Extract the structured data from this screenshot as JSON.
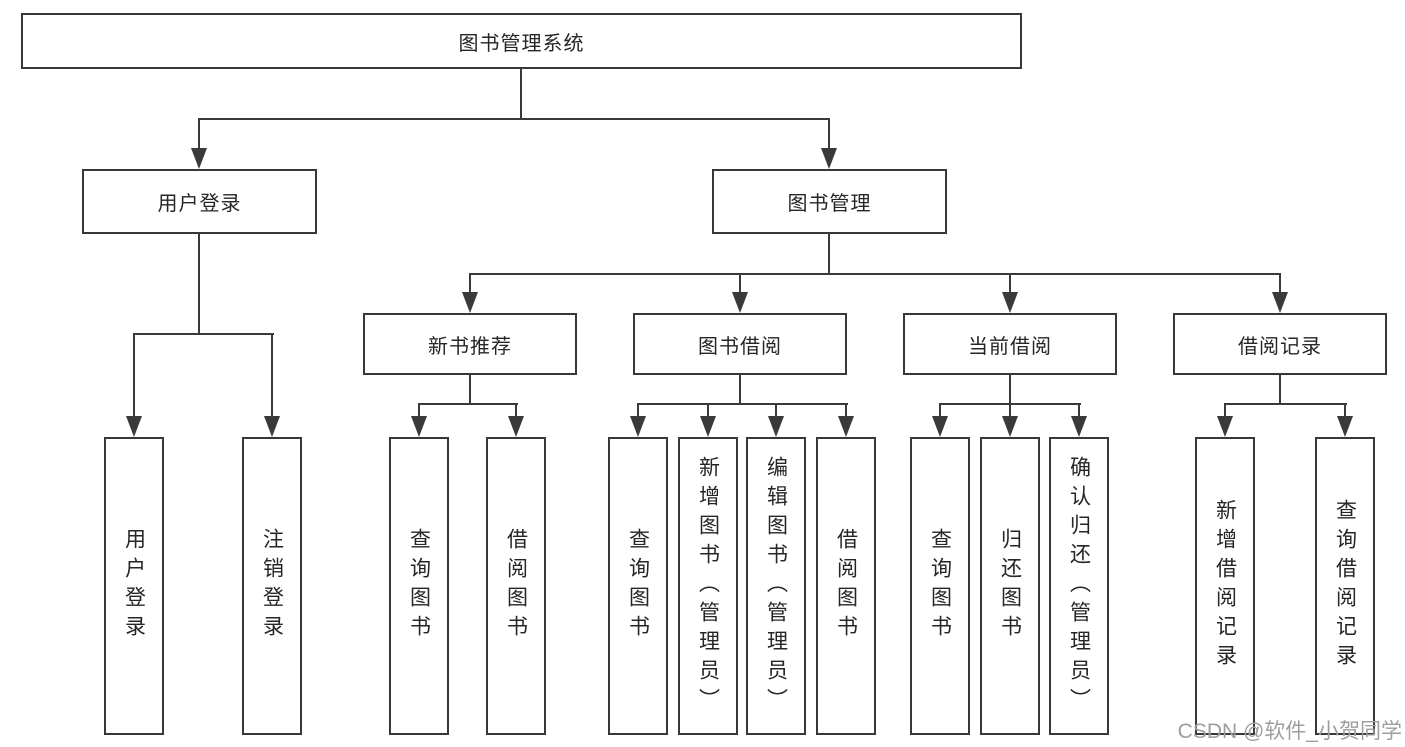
{
  "diagram": {
    "root": {
      "id": "library-management-system",
      "label": "图书管理系统"
    },
    "level2": [
      {
        "id": "user-login",
        "label": "用户登录",
        "parent": "library-management-system"
      },
      {
        "id": "book-management",
        "label": "图书管理",
        "parent": "library-management-system"
      }
    ],
    "level3": [
      {
        "id": "new-book-recommend",
        "label": "新书推荐",
        "parent": "book-management"
      },
      {
        "id": "book-borrowing",
        "label": "图书借阅",
        "parent": "book-management"
      },
      {
        "id": "current-borrowing",
        "label": "当前借阅",
        "parent": "book-management"
      },
      {
        "id": "borrowing-records",
        "label": "借阅记录",
        "parent": "book-management"
      }
    ],
    "leaves": [
      {
        "id": "user-login-leaf",
        "label": "用户登录",
        "parent": "user-login"
      },
      {
        "id": "logout",
        "label": "注销登录",
        "parent": "user-login"
      },
      {
        "id": "rec-query-book",
        "label": "查询图书",
        "parent": "new-book-recommend"
      },
      {
        "id": "rec-borrow-book",
        "label": "借阅图书",
        "parent": "new-book-recommend"
      },
      {
        "id": "bb-query-book",
        "label": "查询图书",
        "parent": "book-borrowing"
      },
      {
        "id": "bb-add-book",
        "label": "新增图书（管理员）",
        "parent": "book-borrowing"
      },
      {
        "id": "bb-edit-book",
        "label": "编辑图书（管理员）",
        "parent": "book-borrowing"
      },
      {
        "id": "bb-borrow-book",
        "label": "借阅图书",
        "parent": "book-borrowing"
      },
      {
        "id": "cb-query-book",
        "label": "查询图书",
        "parent": "current-borrowing"
      },
      {
        "id": "cb-return-book",
        "label": "归还图书",
        "parent": "current-borrowing"
      },
      {
        "id": "cb-confirm-return",
        "label": "确认归还（管理员）",
        "parent": "current-borrowing"
      },
      {
        "id": "br-add-record",
        "label": "新增借阅记录",
        "parent": "borrowing-records"
      },
      {
        "id": "br-query-record",
        "label": "查询借阅记录",
        "parent": "borrowing-records"
      }
    ],
    "watermark": "CSDN @软件_小贺同学"
  },
  "colors": {
    "line": "#3a3a3a",
    "box_border": "#383838",
    "text": "#262626",
    "watermark": "#9e9e9e",
    "background": "#ffffff"
  }
}
